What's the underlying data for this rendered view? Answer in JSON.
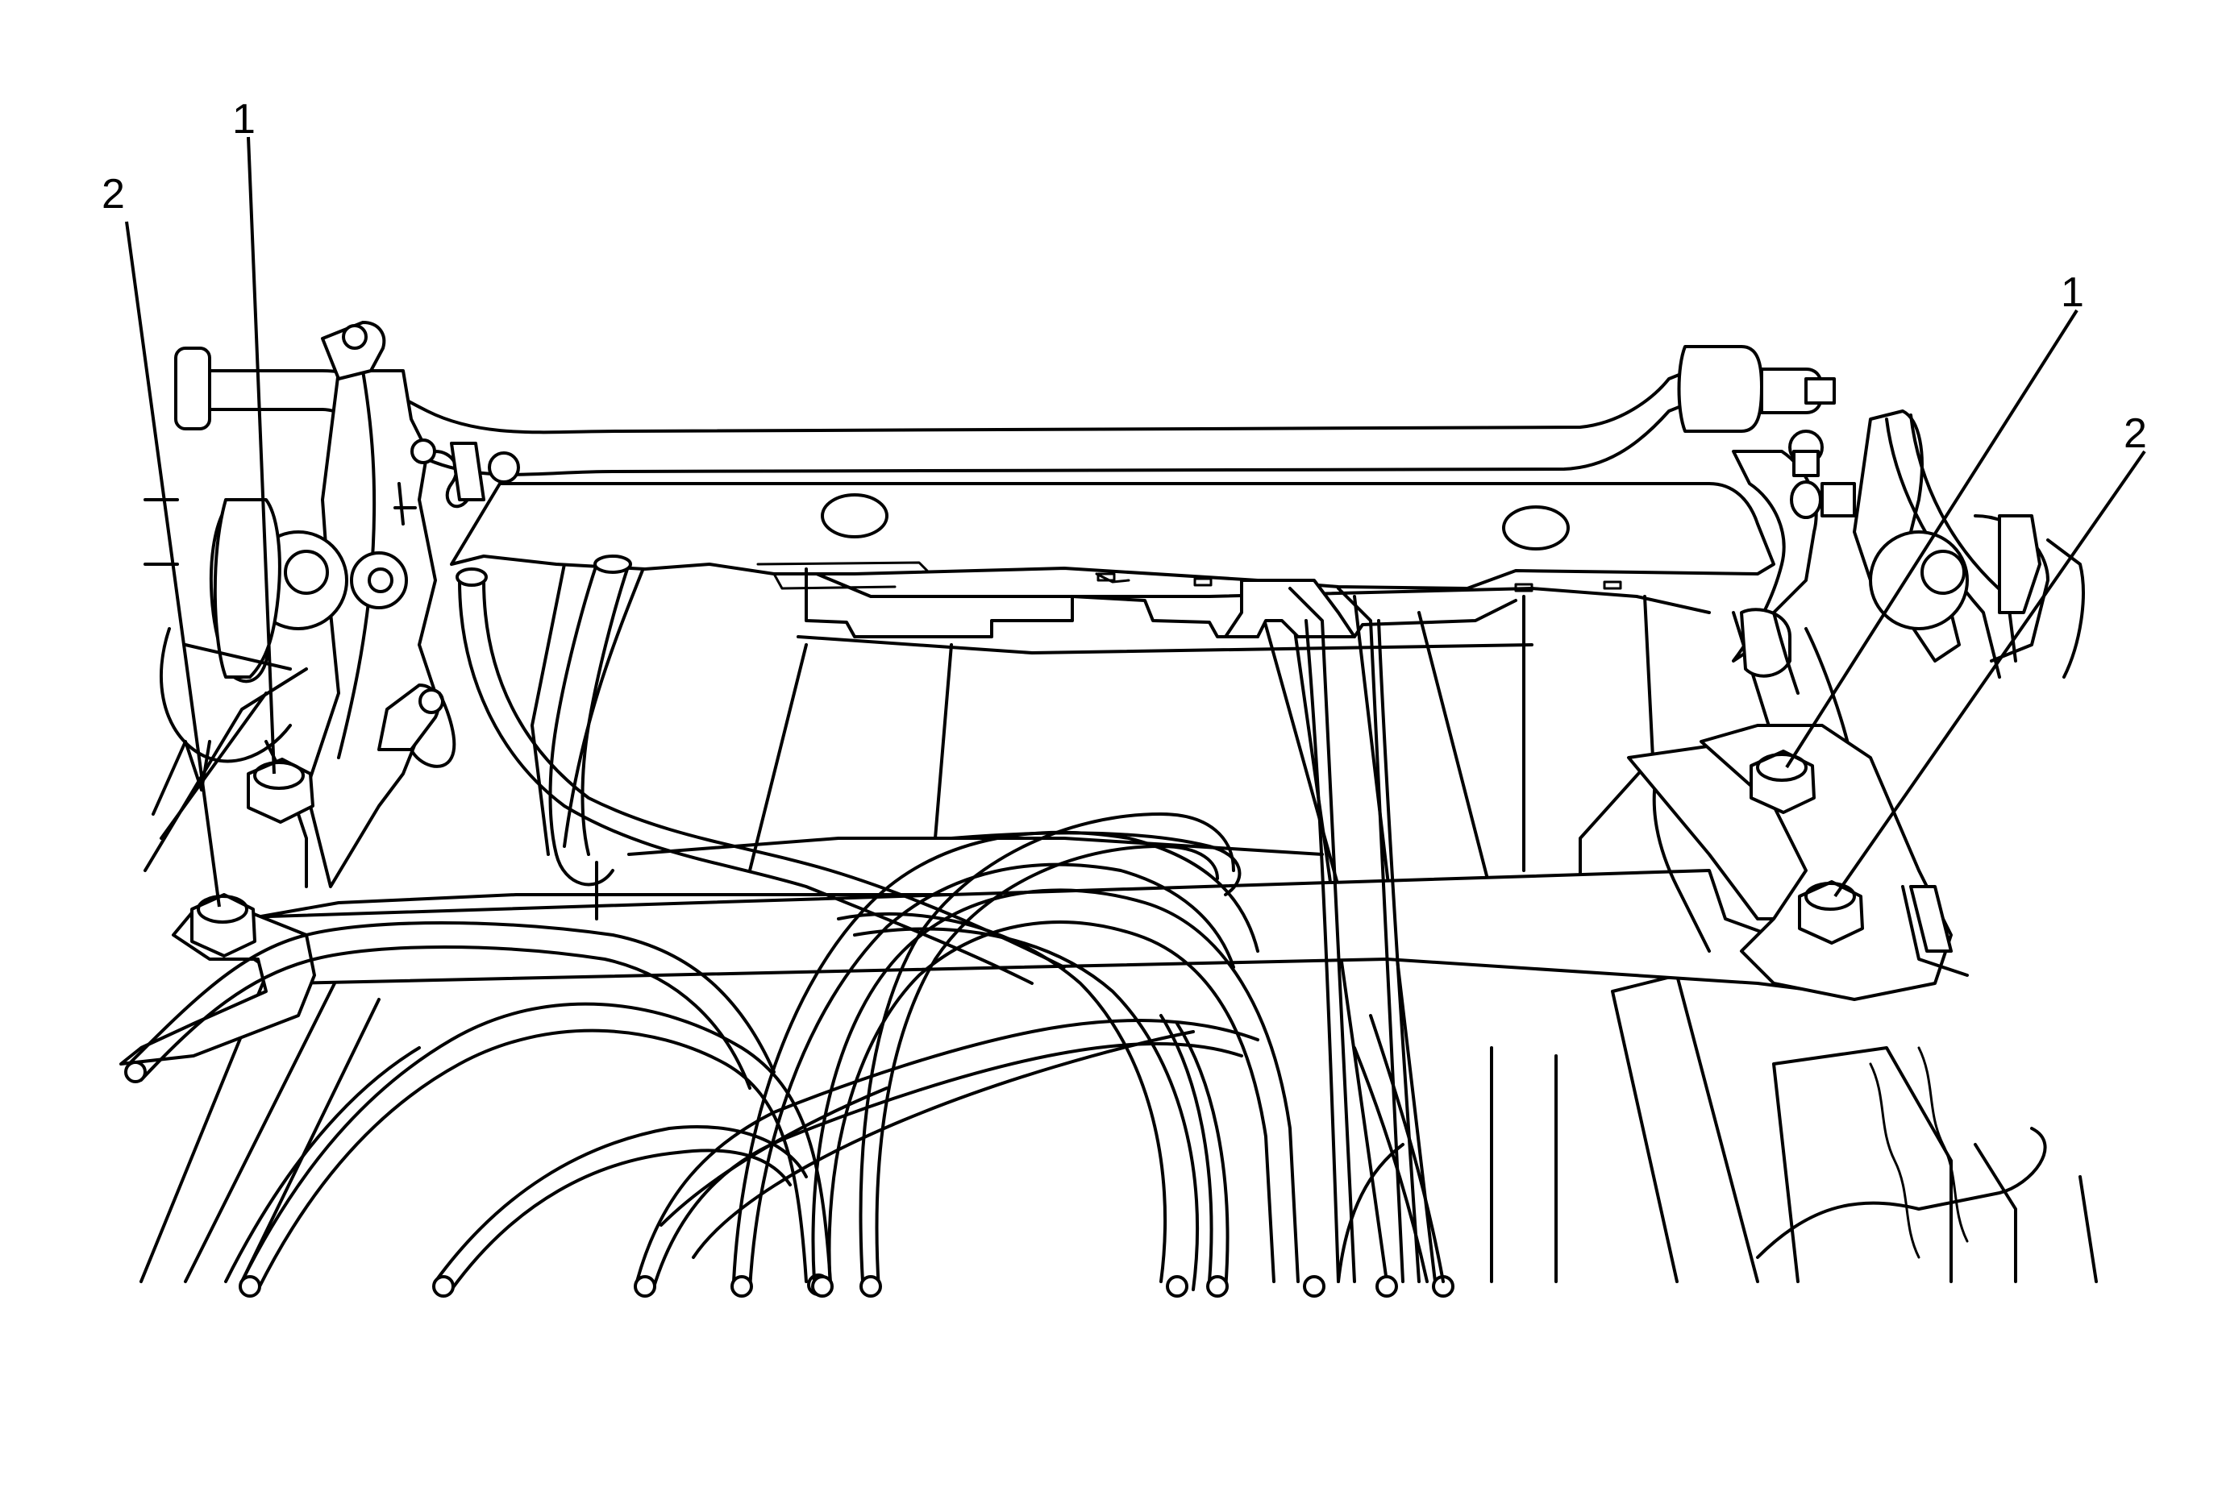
{
  "callouts": [
    {
      "id": "left-1",
      "label": "1"
    },
    {
      "id": "left-2",
      "label": "2"
    },
    {
      "id": "right-1",
      "label": "1"
    },
    {
      "id": "right-2",
      "label": "2"
    }
  ]
}
